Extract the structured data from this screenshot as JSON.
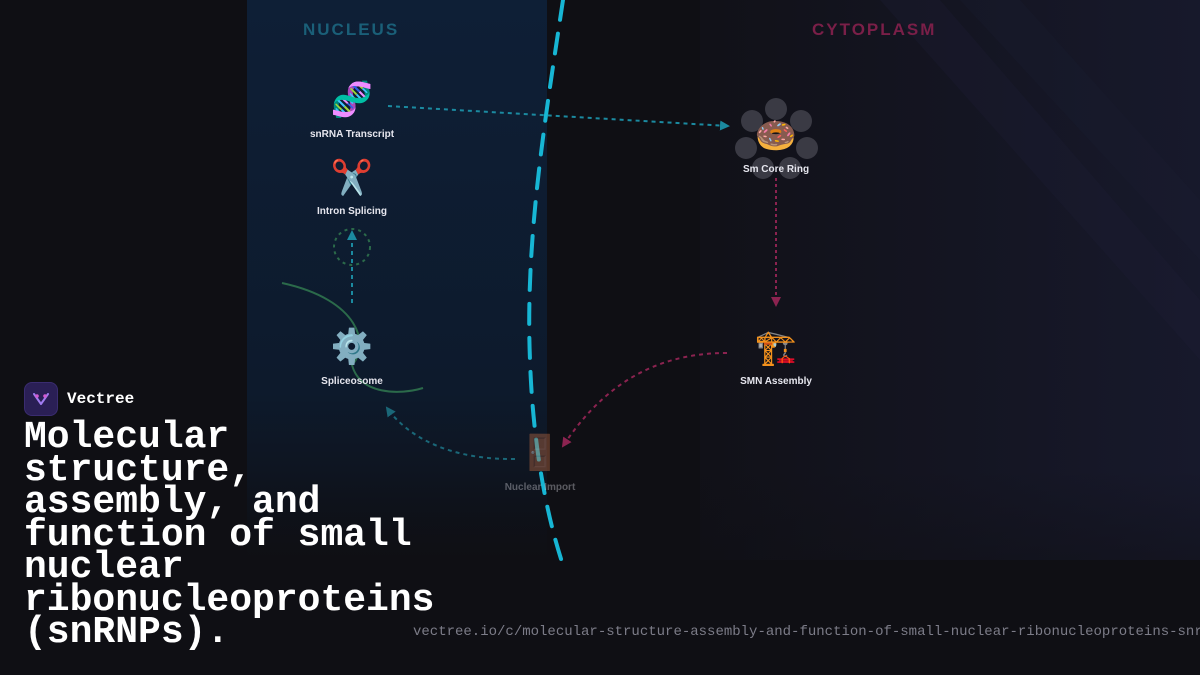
{
  "diagram": {
    "regions": {
      "nucleus": {
        "label": "NUCLEUS",
        "color": "#1a5f78"
      },
      "cytoplasm": {
        "label": "CYTOPLASM",
        "color": "#7a1f48"
      }
    },
    "nodes": {
      "snrna_transcript": {
        "label": "snRNA Transcript",
        "icon": "dna-icon",
        "glyph": "🧬"
      },
      "intron_splicing": {
        "label": "Intron Splicing",
        "icon": "scissors-icon",
        "glyph": "✂️"
      },
      "spliceosome": {
        "label": "Spliceosome",
        "icon": "gear-icon",
        "glyph": "⚙️"
      },
      "nuclear_import": {
        "label": "Nuclear Import",
        "icon": "door-icon",
        "glyph": "🚪"
      },
      "sm_core_ring": {
        "label": "Sm Core Ring",
        "icon": "donut-icon",
        "glyph": "🍩"
      },
      "smn_assembly": {
        "label": "SMN Assembly",
        "icon": "construction-crane-icon",
        "glyph": "🏗️"
      }
    },
    "colors": {
      "nucleus_arrow": "#1b8aa0",
      "cytoplasm_arrow": "#8c2350",
      "membrane": "#17b6d4",
      "loop": "#2b6a4a"
    }
  },
  "brand": {
    "name": "Vectree",
    "logo_icon": "vectree-logo-icon"
  },
  "title": "Molecular structure, assembly, and function of small nuclear ribonucleoproteins (snRNPs).",
  "url": "vectree.io/c/molecular-structure-assembly-and-function-of-small-nuclear-ribonucleoproteins-snrnps"
}
